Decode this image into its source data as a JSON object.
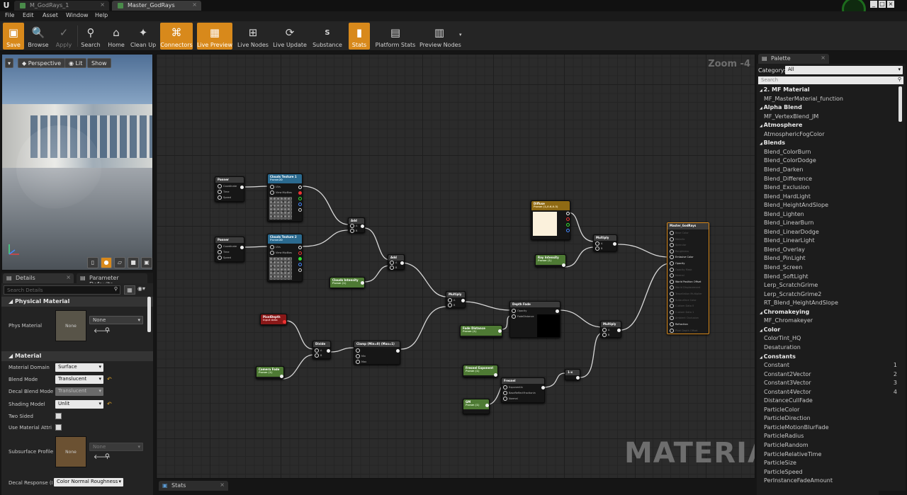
{
  "tabs": [
    {
      "label": "M_GodRays_1"
    },
    {
      "label": "Master_GodRays"
    }
  ],
  "menu": [
    "File",
    "Edit",
    "Asset",
    "Window",
    "Help"
  ],
  "toolbar": [
    {
      "label": "Save",
      "icon": "save-icon"
    },
    {
      "label": "Browse",
      "icon": "browse-icon"
    },
    {
      "label": "Apply",
      "icon": "apply-icon"
    },
    {
      "label": "Search",
      "icon": "search-icon"
    },
    {
      "label": "Home",
      "icon": "home-icon"
    },
    {
      "label": "Clean Up",
      "icon": "cleanup-icon"
    },
    {
      "label": "Connectors",
      "icon": "connectors-icon"
    },
    {
      "label": "Live Preview",
      "icon": "live-preview-icon"
    },
    {
      "label": "Live Nodes",
      "icon": "live-nodes-icon"
    },
    {
      "label": "Live Update",
      "icon": "live-update-icon"
    },
    {
      "label": "Substance",
      "icon": "substance-icon"
    },
    {
      "label": "Stats",
      "icon": "stats-icon"
    },
    {
      "label": "Platform Stats",
      "icon": "platform-stats-icon"
    },
    {
      "label": "Preview Nodes",
      "icon": "preview-nodes-icon"
    }
  ],
  "viewport": {
    "perspective": "Perspective",
    "lit": "Lit",
    "show": "Show"
  },
  "details_tabs": [
    "Details",
    "Parameter Defaults"
  ],
  "details": {
    "search_placeholder": "Search Details",
    "physical_material": {
      "header": "Physical Material",
      "phys_material_label": "Phys Material",
      "thumb_label": "None",
      "value": "None"
    },
    "material": {
      "header": "Material",
      "rows": [
        {
          "label": "Material Domain",
          "value": "Surface"
        },
        {
          "label": "Blend Mode",
          "value": "Translucent"
        },
        {
          "label": "Decal Blend Mode",
          "value": "Translucent"
        },
        {
          "label": "Shading Model",
          "value": "Unlit"
        },
        {
          "label": "Two Sided"
        },
        {
          "label": "Use Material Attri"
        }
      ],
      "subsurface_label": "Subsurface Profile",
      "subsurface_thumb": "None",
      "subsurface_value": "None",
      "decal_response_label": "Decal Response (I",
      "decal_response_value": "Color Normal Roughness"
    }
  },
  "graph": {
    "zoom": "Zoom -4",
    "watermark": "MATERIAL",
    "nodes": {
      "panner1": {
        "title": "Panner",
        "pins": [
          "Coordinate",
          "Time",
          "Speed"
        ]
      },
      "panner2": {
        "title": "Panner",
        "pins": [
          "Coordinate",
          "Time",
          "Speed"
        ]
      },
      "tex1": {
        "title": "Clouds Texture 1",
        "sub": "Param2D",
        "pins": [
          "UVs",
          "View MipBias"
        ]
      },
      "tex2": {
        "title": "Clouds Texture 2",
        "sub": "Param2D",
        "pins": [
          "UVs",
          "View MipBias"
        ]
      },
      "add1": {
        "title": "Add",
        "pins": [
          "A",
          "B"
        ]
      },
      "add2": {
        "title": "Add",
        "pins": [
          "A",
          "B"
        ]
      },
      "cloud_intensity": {
        "title": "Clouds Intensity",
        "sub": "Param (1)"
      },
      "pixel_depth": {
        "title": "PixelDepth",
        "sub": "Input data"
      },
      "camera_fade": {
        "title": "Camera Fade",
        "sub": "Param (1)"
      },
      "divide": {
        "title": "Divide",
        "pins": [
          "A",
          "B"
        ]
      },
      "clamp": {
        "title": "Clamp (Min=0) (Max=1)",
        "pins": [
          "",
          "Min",
          "Max"
        ]
      },
      "multiply1": {
        "title": "Multiply",
        "pins": [
          "A",
          "B"
        ]
      },
      "depth_fade": {
        "title": "Depth Fade",
        "pins": [
          "Opacity",
          "FadeDistance"
        ]
      },
      "fade_distance": {
        "title": "Fade Distance",
        "sub": "Param (1)"
      },
      "fresnel_exponent": {
        "title": "Fresnel Exponent",
        "sub": "Param (1)"
      },
      "fresnel": {
        "title": "Fresnel",
        "pins": [
          "ExponentIn",
          "BaseReflectFractionIn",
          "Normal"
        ]
      },
      "one_minus": {
        "title": "1-x"
      },
      "gm": {
        "title": "GM",
        "sub": "Param (1)"
      },
      "multiply3": {
        "title": "Multiply",
        "pins": [
          "A",
          "B"
        ]
      },
      "diffuse": {
        "title": "Diffuse",
        "sub": "Param (1,0.6,0.3)"
      },
      "ray_intensity": {
        "title": "Ray Intensity",
        "sub": "Param (1)"
      },
      "multiply2": {
        "title": "Multiply",
        "pins": [
          "A",
          "B"
        ]
      },
      "master": {
        "title": "Master_GodRays",
        "pins": [
          "Base Color",
          "Metallic",
          "Specular",
          "Roughness",
          "Emissive Color",
          "Opacity",
          "Opacity Mask",
          "Normal",
          "World Position Offset",
          "World Displacement",
          "Tessellation Multiplier",
          "Subsurface Color",
          "Custom Data 0",
          "Custom Data 1",
          "Ambient Occlusion",
          "Refraction",
          "Pixel Depth Offset"
        ]
      }
    }
  },
  "stats_tab": "Stats",
  "palette": {
    "tab": "Palette",
    "category_label": "Category:",
    "category_value": "All",
    "search_placeholder": "Search",
    "entries": [
      {
        "type": "cat",
        "text": "2. MF Material"
      },
      {
        "type": "item",
        "text": "MF_MasterMaterial_function"
      },
      {
        "type": "cat",
        "text": "Alpha Blend"
      },
      {
        "type": "item",
        "text": "MF_VertexBlend_JM"
      },
      {
        "type": "cat",
        "text": "Atmosphere"
      },
      {
        "type": "item",
        "text": "AtmosphericFogColor"
      },
      {
        "type": "cat",
        "text": "Blends"
      },
      {
        "type": "item",
        "text": "Blend_ColorBurn"
      },
      {
        "type": "item",
        "text": "Blend_ColorDodge"
      },
      {
        "type": "item",
        "text": "Blend_Darken"
      },
      {
        "type": "item",
        "text": "Blend_Difference"
      },
      {
        "type": "item",
        "text": "Blend_Exclusion"
      },
      {
        "type": "item",
        "text": "Blend_HardLight"
      },
      {
        "type": "item",
        "text": "Blend_HeightAndSlope"
      },
      {
        "type": "item",
        "text": "Blend_Lighten"
      },
      {
        "type": "item",
        "text": "Blend_LinearBurn"
      },
      {
        "type": "item",
        "text": "Blend_LinearDodge"
      },
      {
        "type": "item",
        "text": "Blend_LinearLight"
      },
      {
        "type": "item",
        "text": "Blend_Overlay"
      },
      {
        "type": "item",
        "text": "Blend_PinLight"
      },
      {
        "type": "item",
        "text": "Blend_Screen"
      },
      {
        "type": "item",
        "text": "Blend_SoftLight"
      },
      {
        "type": "item",
        "text": "Lerp_ScratchGrime"
      },
      {
        "type": "item",
        "text": "Lerp_ScratchGrime2"
      },
      {
        "type": "item",
        "text": "RT_Blend_HeightAndSlope"
      },
      {
        "type": "cat",
        "text": "Chromakeying"
      },
      {
        "type": "item",
        "text": "MF_Chromakeyer"
      },
      {
        "type": "cat",
        "text": "Color"
      },
      {
        "type": "item",
        "text": "ColorTint_HQ"
      },
      {
        "type": "item",
        "text": "Desaturation"
      },
      {
        "type": "cat",
        "text": "Constants"
      },
      {
        "type": "item",
        "text": "Constant",
        "hotkey": "1"
      },
      {
        "type": "item",
        "text": "Constant2Vector",
        "hotkey": "2"
      },
      {
        "type": "item",
        "text": "Constant3Vector",
        "hotkey": "3"
      },
      {
        "type": "item",
        "text": "Constant4Vector",
        "hotkey": "4"
      },
      {
        "type": "item",
        "text": "DistanceCullFade"
      },
      {
        "type": "item",
        "text": "ParticleColor"
      },
      {
        "type": "item",
        "text": "ParticleDirection"
      },
      {
        "type": "item",
        "text": "ParticleMotionBlurFade"
      },
      {
        "type": "item",
        "text": "ParticleRadius"
      },
      {
        "type": "item",
        "text": "ParticleRandom"
      },
      {
        "type": "item",
        "text": "ParticleRelativeTime"
      },
      {
        "type": "item",
        "text": "ParticleSize"
      },
      {
        "type": "item",
        "text": "ParticleSpeed"
      },
      {
        "type": "item",
        "text": "PerInstanceFadeAmount"
      }
    ]
  },
  "colors": {
    "accent": "#d8891b",
    "node_green": "#4e7a34",
    "node_blue": "#2b6a8f",
    "node_red": "#8a1818",
    "node_gold": "#8f6a14",
    "node_gray": "#3a3a3a"
  }
}
